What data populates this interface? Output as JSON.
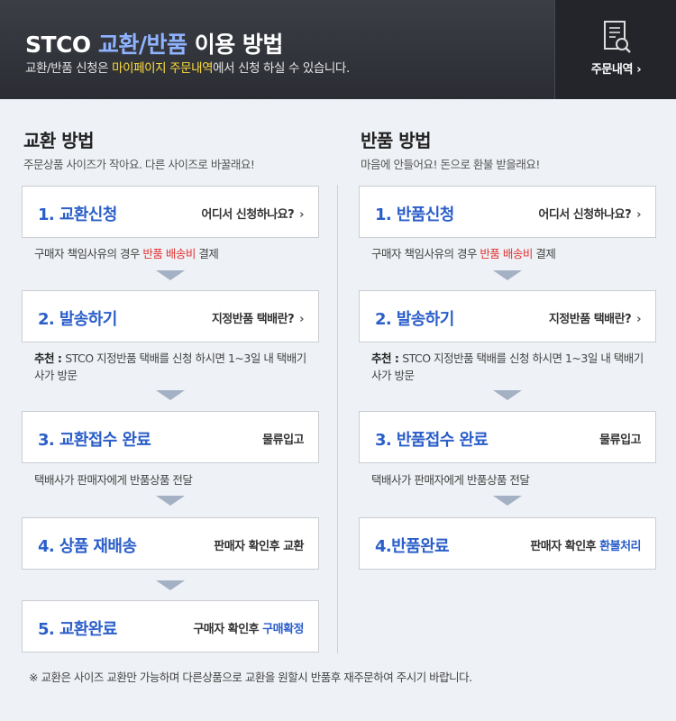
{
  "header": {
    "title_prefix": "STCO ",
    "title_highlight": "교환/반품",
    "title_suffix": " 이용 방법",
    "sub_prefix": "교환/반품 신청은 ",
    "sub_highlight": "마이페이지 주문내역",
    "sub_suffix": "에서 신청 하실 수 있습니다.",
    "order_button": "주문내역",
    "order_button_icon": "document-search-icon"
  },
  "exchange": {
    "title": "교환 방법",
    "subtitle": "주문상품 사이즈가 작아요. 다른 사이즈로 바꿀래요!",
    "steps": [
      {
        "step": "1. 교환신청",
        "right": "어디서 신청하나요?"
      },
      {
        "step": "2. 발송하기",
        "right": "지정반품 택배란?"
      },
      {
        "step": "3. 교환접수 완료",
        "right": "물류입고"
      },
      {
        "step": "4. 상품 재배송",
        "right": "판매자 확인후 교환"
      },
      {
        "step": "5. 교환완료",
        "right_prefix": "구매자 확인후 ",
        "right_highlight": "구매확정"
      }
    ],
    "note1_prefix": "구매자 책임사유의 경우 ",
    "note1_highlight": "반품 배송비",
    "note1_suffix": " 결제",
    "note2_label": "추천 : ",
    "note2_text": "STCO 지정반품 택배를 신청 하시면 1~3일 내 택배기사가 방문",
    "note3": "택배사가 판매자에게 반품상품 전달"
  },
  "return": {
    "title": "반품 방법",
    "subtitle": "마음에 안들어요! 돈으로 환불 받을래요!",
    "steps": [
      {
        "step": "1. 반품신청",
        "right": "어디서 신청하나요?"
      },
      {
        "step": "2. 발송하기",
        "right": "지정반품 택배란?"
      },
      {
        "step": "3. 반품접수 완료",
        "right": "물류입고"
      },
      {
        "step": "4.반품완료",
        "right_prefix": "판매자 확인후 ",
        "right_highlight": "환불처리"
      }
    ],
    "note1_prefix": "구매자 책임사유의 경우 ",
    "note1_highlight": "반품 배송비",
    "note1_suffix": " 결제",
    "note2_label": "추천 : ",
    "note2_text": "STCO 지정반품 택배를 신청 하시면 1~3일 내 택배기사가 방문",
    "note3": "택배사가 판매자에게 반품상품 전달"
  },
  "footer": "※ 교환은 사이즈 교환만 가능하며 다른상품으로 교환을 원할시 반품후 재주문하여 주시기 바랍니다.",
  "colors": {
    "accent": "#2a5ec9",
    "red": "#e23232",
    "header_highlight": "#8fb3ff",
    "yellow": "#ffde3a"
  }
}
